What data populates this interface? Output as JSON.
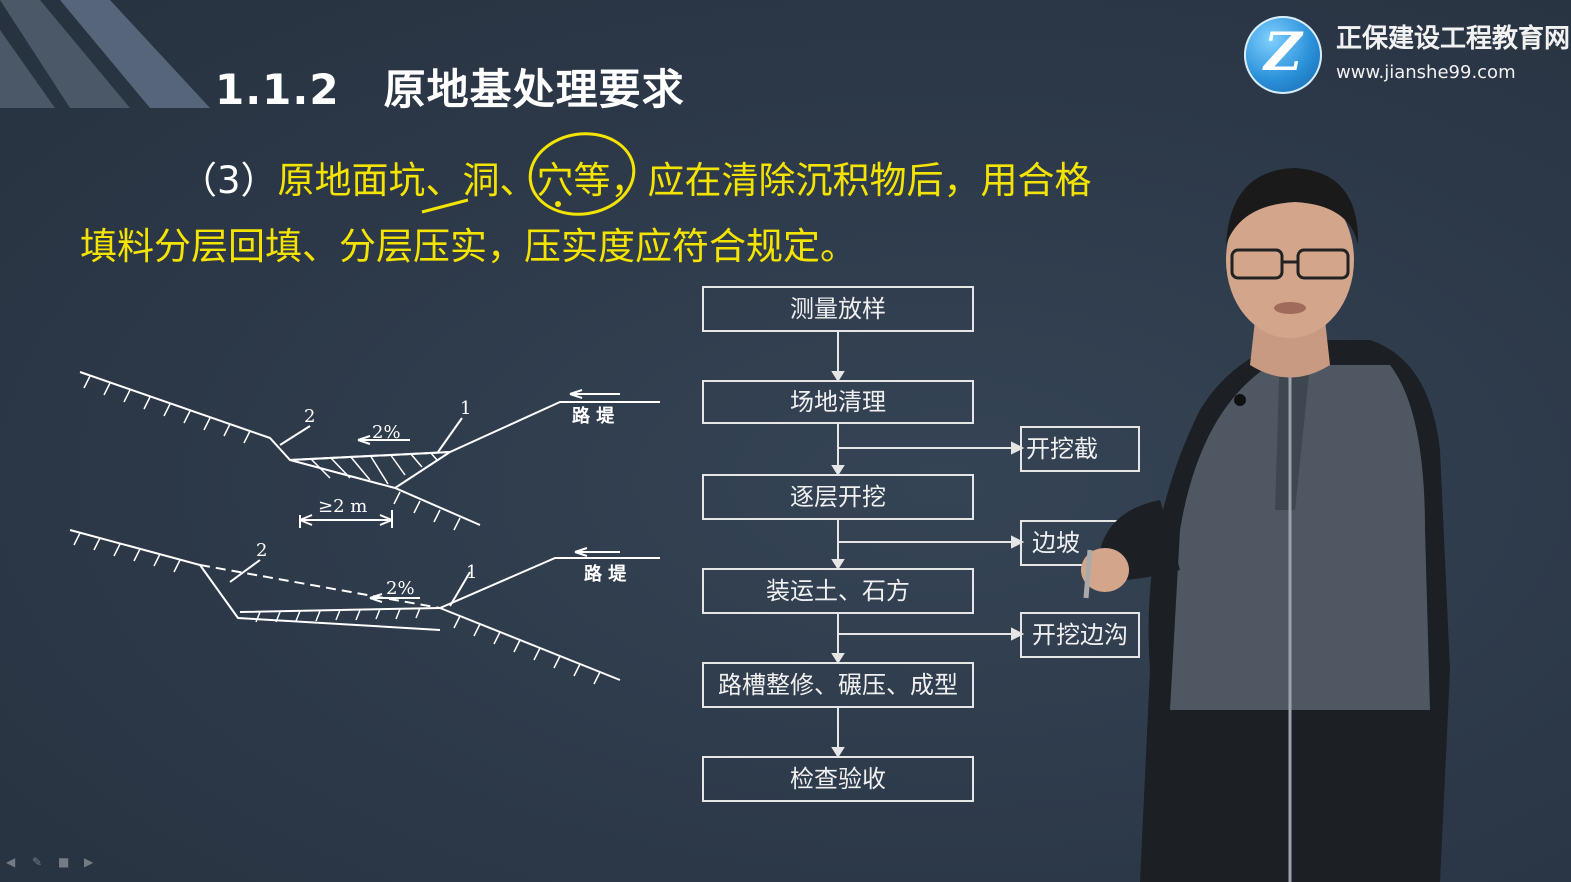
{
  "slide": {
    "title_number": "1.1.2",
    "title_text": "原地基处理要求",
    "para_prefix": "（3）",
    "para_line1": "原地面坑、洞、穴等，应在清除沉积物后，用合格",
    "para_line2": "填料分层回填、分层压实，压实度应符合规定。"
  },
  "logo": {
    "glyph": "Z",
    "name": "正保建设工程教育网",
    "url": "www.jianshe99.com"
  },
  "diagram": {
    "upper": {
      "label_2": "2",
      "label_1": "1",
      "slope": "2%",
      "road": "路 堤",
      "width": "≥2 m"
    },
    "lower": {
      "label_2": "2",
      "label_1": "1",
      "slope": "2%",
      "road": "路 堤"
    }
  },
  "flowchart": {
    "steps": [
      "测量放样",
      "场地清理",
      "逐层开挖",
      "装运土、石方",
      "路槽整修、碾压、成型",
      "检查验收"
    ],
    "side_steps": [
      "开挖截",
      "边坡",
      "开挖边沟"
    ]
  },
  "colors": {
    "background": "#2e3b4b",
    "highlight": "#f5e400",
    "title": "#ffffff"
  },
  "toolbar": {
    "icons": [
      "arrow-left-icon",
      "pen-icon",
      "screen-icon",
      "arrow-right-icon"
    ]
  }
}
